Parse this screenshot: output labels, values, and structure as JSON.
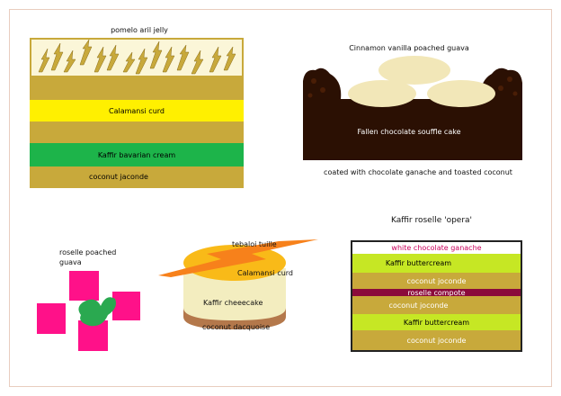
{
  "colors": {
    "frame": "#e9cdbf",
    "jelly_bg": "#fbf6d8",
    "golden": "#c8a93b",
    "yellow": "#fff000",
    "green": "#1db44a",
    "cream": "#eee5b8",
    "chocolate": "#2b1003",
    "guava_cream": "#f2e7b8",
    "magenta": "#ff1189",
    "leaf_green": "#2aa950",
    "orange": "#f7811b",
    "gold_top": "#f9ba18",
    "cheesecake": "#f3edbf",
    "dacquoise": "#b4784b",
    "lime": "#c6e724",
    "maroon": "#8b0a3b",
    "ganache_text": "#c8005c"
  },
  "dessert1": {
    "title": "pomelo aril jelly",
    "layers": {
      "calamansi": "Calamansi curd",
      "kaffir": "Kaffir bavarian cream",
      "jaconde": "coconut jaconde"
    }
  },
  "dessert2": {
    "title": "Cinnamon vanilla poached guava",
    "cake_label": "Fallen chocolate souffle cake",
    "caption": "coated with chocolate ganache and toasted coconut"
  },
  "dessert3": {
    "guava_label_line1": "roselle poached",
    "guava_label_line2": "guava",
    "tuile": "tebaloi tuille",
    "curd": "Calamansi curd",
    "cheesecake": "Kaffir cheeecake",
    "dacquoise": "coconut dacquoise"
  },
  "dessert4": {
    "title": "Kaffir roselle 'opera'",
    "layers": {
      "ganache": "white chocolate ganache",
      "buttercream1": "Kaffir buttercream",
      "joconde1": "coconut joconde",
      "compote": "roselle compote",
      "joconde2": "coconut joconde",
      "buttercream2": "Kaffir buttercream",
      "joconde3": "coconut joconde"
    }
  }
}
